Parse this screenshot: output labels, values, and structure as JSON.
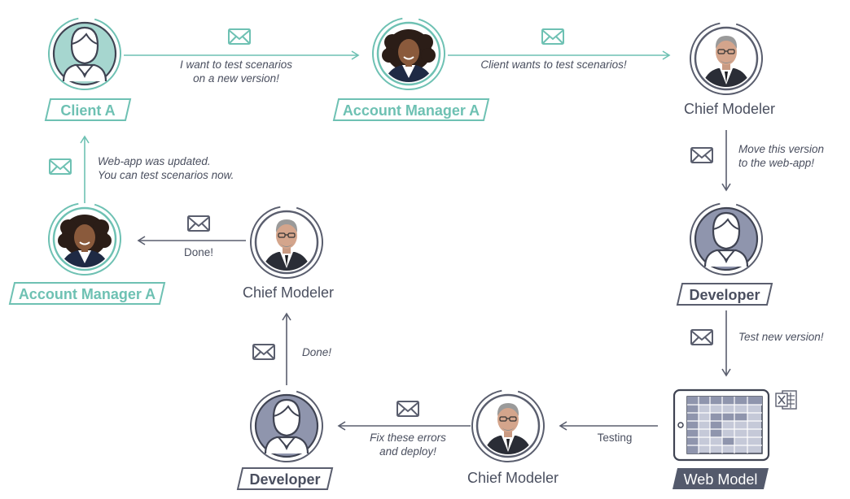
{
  "colors": {
    "teal": "#6ec1b3",
    "teal_light": "#a6d6cf",
    "slate": "#5a5e6e",
    "slate_fill": "#8f95ad",
    "label_dark_bg": "#545a6c"
  },
  "nodes": {
    "client_a": {
      "label": "Client A",
      "icon": "user-avatar-icon"
    },
    "account_manager_top": {
      "label": "Account Manager A",
      "icon": "woman-portrait"
    },
    "chief_modeler_top": {
      "label": "Chief Modeler",
      "icon": "man-portrait"
    },
    "developer_right": {
      "label": "Developer",
      "icon": "user-avatar-icon"
    },
    "web_model": {
      "label": "Web Model",
      "icon": "spreadsheet-icon",
      "badge_icon": "excel-icon"
    },
    "chief_modeler_bottom": {
      "label": "Chief Modeler",
      "icon": "man-portrait"
    },
    "developer_left": {
      "label": "Developer",
      "icon": "user-avatar-icon"
    },
    "chief_modeler_mid": {
      "label": "Chief Modeler",
      "icon": "man-portrait"
    },
    "account_manager_left": {
      "label": "Account Manager A",
      "icon": "woman-portrait"
    }
  },
  "messages": {
    "client_to_am": [
      "I want to test scenarios",
      "on a new version!"
    ],
    "am_to_cm": "Client wants to test scenarios!",
    "cm_to_dev": [
      "Move this version",
      "to the web-app!"
    ],
    "dev_to_web": "Test new version!",
    "web_to_cm": "Testing",
    "cm_to_dev_fix": [
      "Fix these errors",
      "and deploy!"
    ],
    "dev_to_cm_done": "Done!",
    "cm_to_am_done": "Done!",
    "am_to_client": [
      "Web-app was updated.",
      "You can test scenarios now."
    ]
  }
}
